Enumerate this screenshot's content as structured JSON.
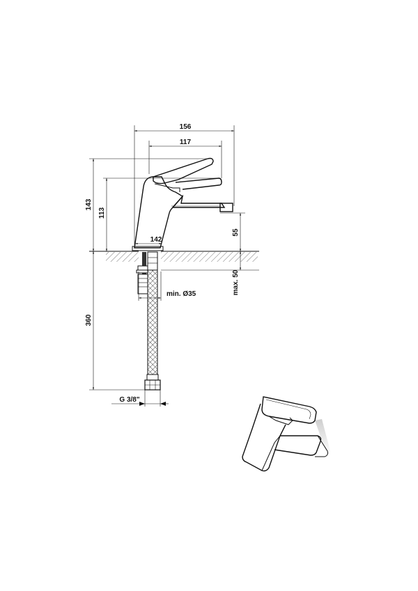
{
  "drawing": {
    "dimensions": {
      "width_total": "156",
      "width_spout": "117",
      "height_total": "143",
      "height_spout": "113",
      "spout_clearance": "55",
      "base_width": "142",
      "max_deck_thickness": "max. 50",
      "min_hole_diameter": "min. Ø35",
      "hose_length": "360",
      "thread_size": "G 3/8\""
    }
  }
}
